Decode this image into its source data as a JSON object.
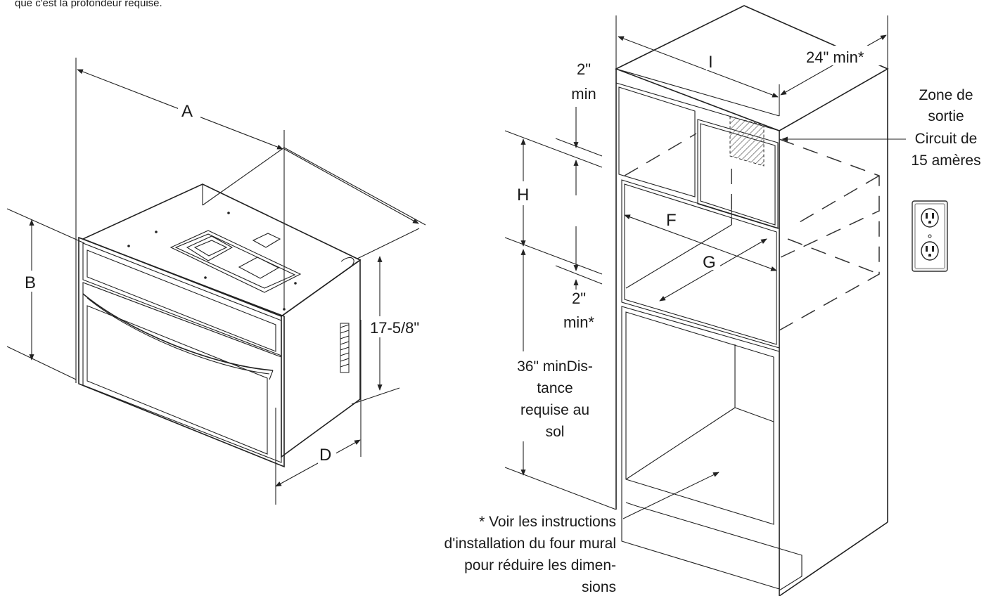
{
  "header_text": "que c'est la profondeur requise.",
  "left_figure": {
    "dim_a": "A",
    "dim_b": "B",
    "dim_d": "D",
    "height": "17-5/8\""
  },
  "right_figure": {
    "dim_i": "I",
    "depth_min": "24\" min*",
    "top_gap": [
      "2\"",
      "min"
    ],
    "dim_h": "H",
    "dim_f": "F",
    "dim_g": "G",
    "bottom_gap": [
      "2\"",
      "min*"
    ],
    "floor_distance": [
      "36\" minDis-",
      "tance",
      "requise au",
      "sol"
    ],
    "outlet_zone": [
      "Zone de",
      "sortie",
      "Circuit de",
      "15 amères"
    ],
    "footnote": [
      "* Voir les instructions",
      "d'installation du four mural",
      "pour réduire les dimen-",
      "sions"
    ]
  }
}
